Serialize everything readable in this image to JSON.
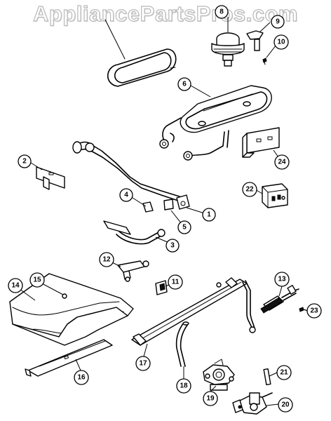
{
  "watermark": "AppliancePartsPros.com",
  "callouts": {
    "c1": "1",
    "c2": "2",
    "c3": "3",
    "c4": "4",
    "c5": "5",
    "c6": "6",
    "c8": "8",
    "c9": "9",
    "c10": "10",
    "c11": "11",
    "c12": "12",
    "c13": "13",
    "c14": "14",
    "c15": "15",
    "c16": "16",
    "c17": "17",
    "c18": "18",
    "c19": "19",
    "c20": "20",
    "c21": "21",
    "c22": "22",
    "c23": "23",
    "c24": "24"
  }
}
